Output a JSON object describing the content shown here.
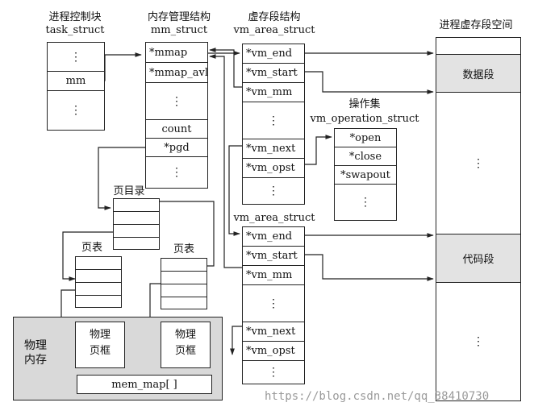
{
  "task_struct": {
    "title_cn": "进程控制块",
    "title_en": "task_struct",
    "cells": [
      "⋮",
      "mm",
      "⋮"
    ]
  },
  "mm_struct": {
    "title_cn": "内存管理结构",
    "title_en": "mm_struct",
    "cells": [
      "*mmap",
      "*mmap_avl",
      "⋮",
      "count",
      "*pgd",
      "⋮"
    ]
  },
  "vma_section": {
    "title_cn": "虚存段结构",
    "title_en": "vm_area_struct"
  },
  "vma1": {
    "cells": [
      "*vm_end",
      "*vm_start",
      "*vm_mm",
      "⋮",
      "*vm_next",
      "*vm_opst",
      "⋮"
    ]
  },
  "vma2": {
    "title_en": "vm_area_struct",
    "cells": [
      "*vm_end",
      "*vm_start",
      "*vm_mm",
      "⋮",
      "*vm_next",
      "*vm_opst",
      "⋮"
    ]
  },
  "vm_ops": {
    "title_cn": "操作集",
    "title_en": "vm_operation_struct",
    "cells": [
      "*open",
      "*close",
      "*swapout",
      "⋮"
    ]
  },
  "vspace": {
    "title_cn": "进程虚存段空间",
    "cells": [
      "",
      "数据段",
      "⋮",
      "代码段",
      "⋮"
    ]
  },
  "page_dir": {
    "label": "页目录"
  },
  "page_table_left": {
    "label": "页表"
  },
  "page_table_right": {
    "label": "页表"
  },
  "phys_mem": {
    "label_line1": "物理",
    "label_line2": "内存",
    "frame_left": [
      "物理",
      "页框"
    ],
    "frame_right": [
      "物理",
      "页框"
    ],
    "mem_map": "mem_map[ ]"
  },
  "watermark": "https://blog.csdn.net/qq_38410730",
  "colors": {
    "line": "#222222",
    "shade": "#e3e3e3",
    "phys_bg": "#d9d9d9",
    "watermark": "#9a9a9a"
  }
}
